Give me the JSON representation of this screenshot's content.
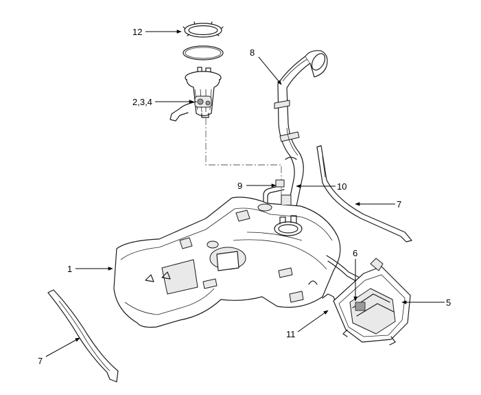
{
  "labels": {
    "l12": "12",
    "l234": "2,3,4",
    "l8": "8",
    "l9": "9",
    "l10": "10",
    "l7a": "7",
    "l1": "1",
    "l6": "6",
    "l5": "5",
    "l11": "11",
    "l7b": "7"
  }
}
